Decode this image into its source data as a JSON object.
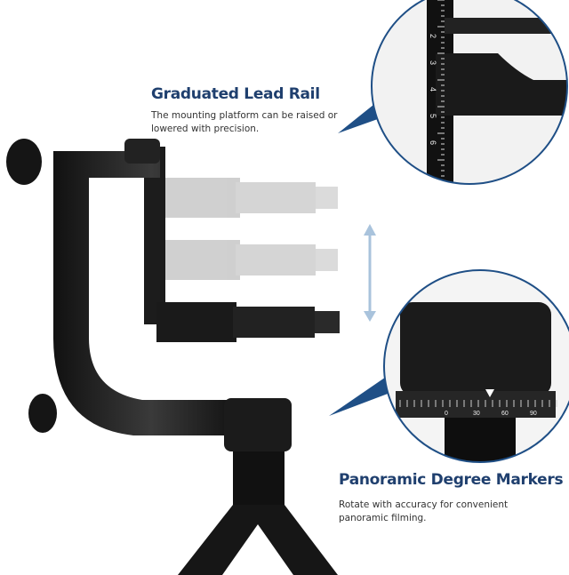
{
  "features": [
    {
      "title": "Graduated Lead Rail",
      "description": "The mounting platform can be raised or lowered with precision."
    },
    {
      "title": "Panoramic Degree Markers",
      "description": "Rotate with accuracy for convenient panoramic filming."
    }
  ],
  "rail_scale_labels": [
    "2",
    "3",
    "4",
    "5",
    "6"
  ],
  "degree_labels": [
    "0",
    "30",
    "60",
    "90"
  ],
  "colors": {
    "accent": "#1f4f86",
    "title": "#1f3f6e",
    "body": "#1a1a1a"
  }
}
